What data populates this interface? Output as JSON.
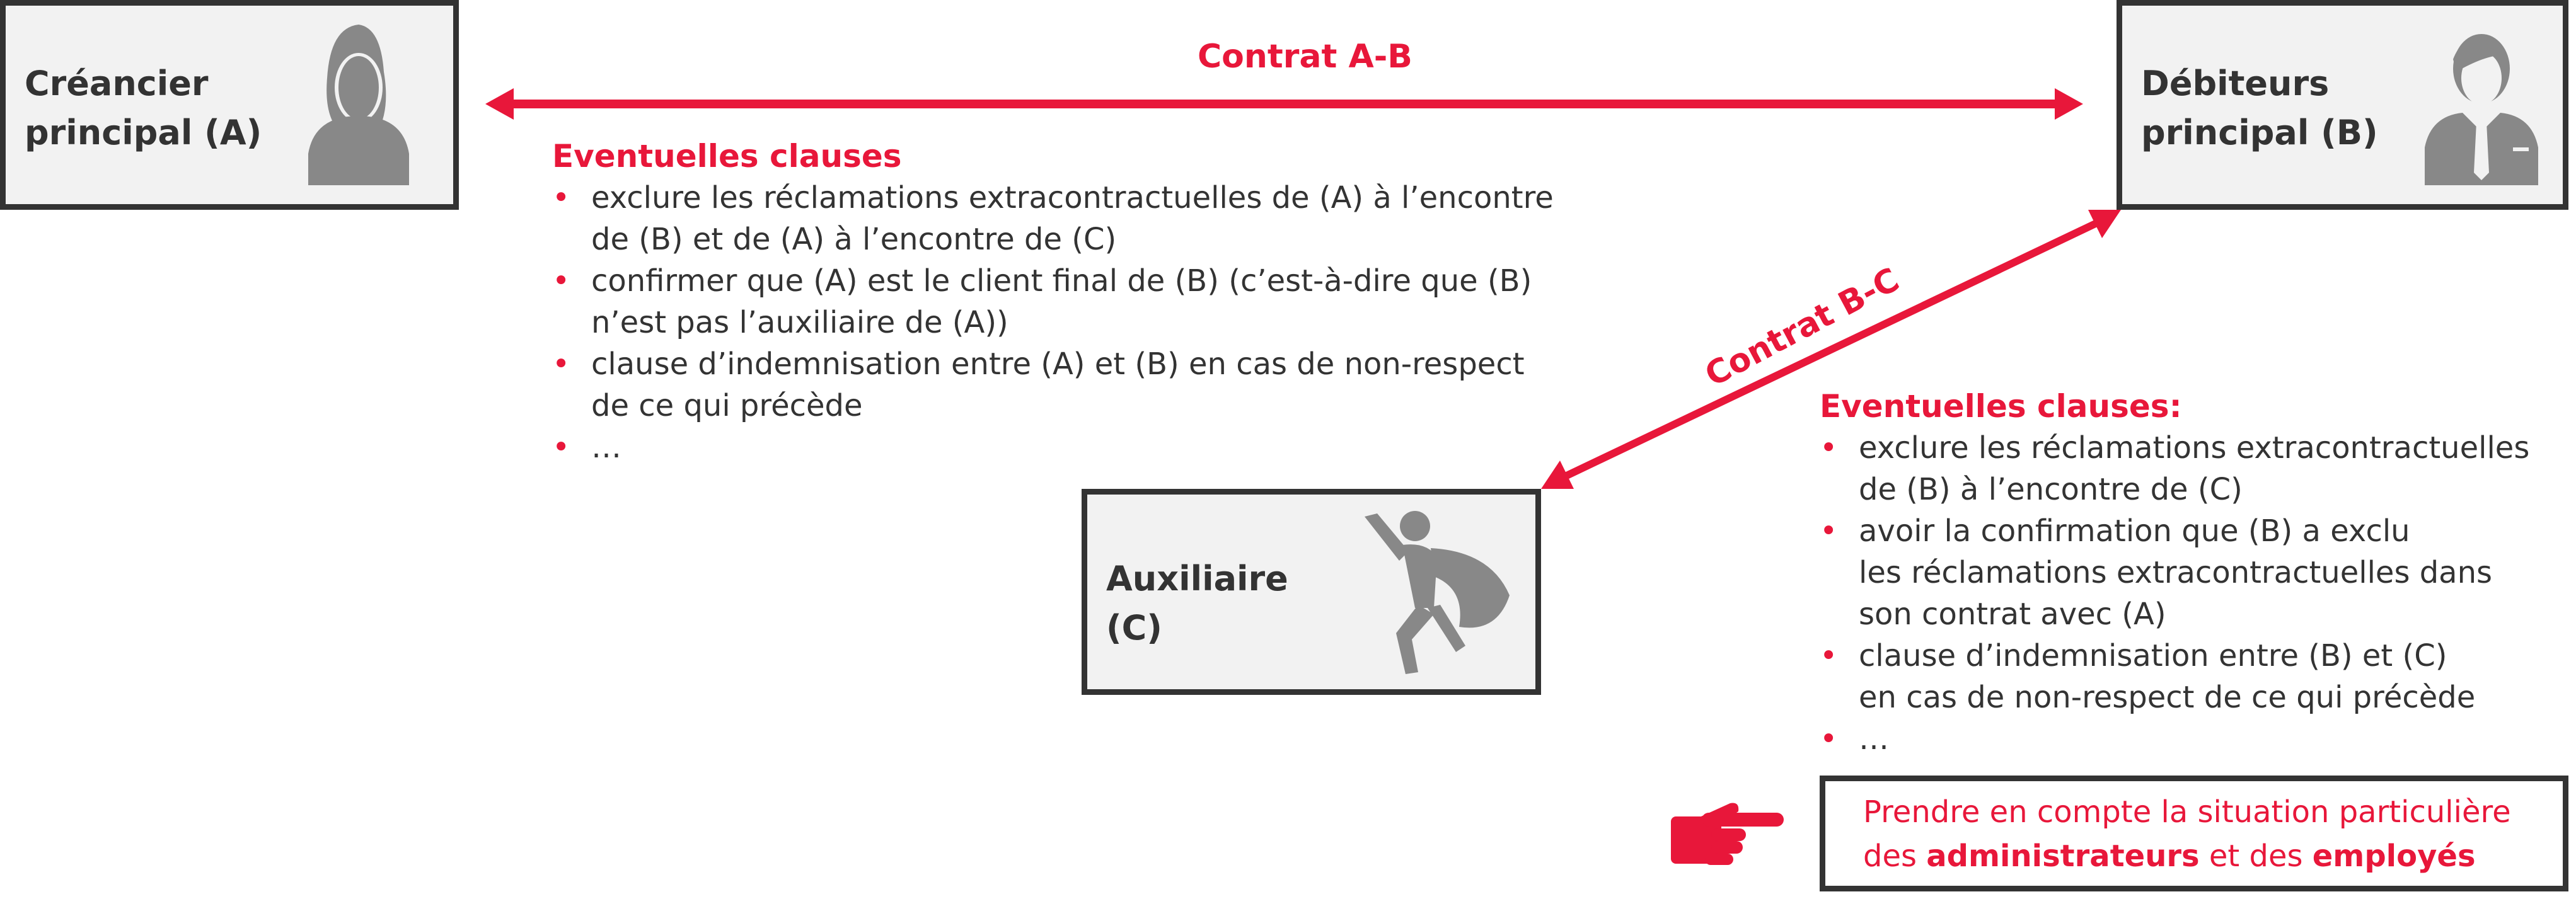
{
  "parties": {
    "a": {
      "line1": "Créancier",
      "line2": "principal (A)"
    },
    "b": {
      "line1": "Débiteurs",
      "line2": "principal (B)"
    },
    "c": {
      "line1": "Auxiliaire",
      "line2": "(C)"
    }
  },
  "contracts": {
    "ab": "Contrat A-B",
    "bc": "Contrat B-C"
  },
  "clauses_ab": {
    "title": "Eventuelles clauses",
    "items": [
      [
        "exclure les réclamations extracontractuelles de (A) à l’encontre",
        "de (B) et de (A) à l’encontre de (C)"
      ],
      [
        "confirmer que (A) est le client final de (B) (c’est-à-dire que (B)",
        "n’est pas l’auxiliaire de (A))"
      ],
      [
        "clause d’indemnisation entre (A) et (B) en cas de non-respect",
        "de ce qui précède"
      ],
      [
        "…"
      ]
    ]
  },
  "clauses_bc": {
    "title": "Eventuelles clauses:",
    "items": [
      [
        "exclure les réclamations extracontractuelles",
        "de (B) à l’encontre de (C)"
      ],
      [
        "avoir la confirmation que (B) a exclu",
        "les réclamations extracontractuelles dans",
        "son contrat avec (A)"
      ],
      [
        "clause d’indemnisation entre (B) et (C)",
        "en cas de non-respect de ce qui précède"
      ],
      [
        "…"
      ]
    ]
  },
  "note": {
    "part1": "Prendre en compte la situation particulière",
    "part2": "des ",
    "bold1": "administrateurs",
    "part3": " et des ",
    "bold2": "employés"
  },
  "colors": {
    "accent": "#e8173a",
    "border": "#333333",
    "box_fill": "#f2f2f2",
    "icon": "#888888"
  }
}
